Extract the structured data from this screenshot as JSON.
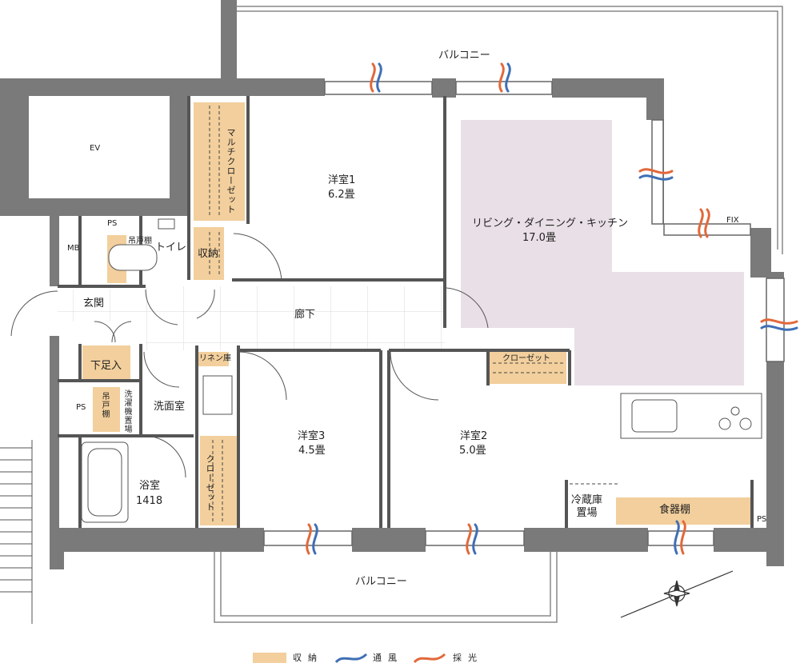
{
  "colors": {
    "wall": "#7a7a7a",
    "storage": "#f2cf9c",
    "ldk_floor": "#e9dfe6",
    "floor_grid": "#d8d8d8",
    "wind": "#3f6fb5",
    "light": "#e2683a"
  },
  "labels": {
    "balcony_top": "バルコニー",
    "balcony_bottom": "バルコニー",
    "ev": "EV",
    "mb": "MB",
    "ps_top": "PS",
    "ps_left": "PS",
    "ps_right": "PS",
    "fix": "FIX",
    "multi_closet": "マルチクローゼット",
    "storage": "収納",
    "hanging_shelf_toilet": "吊戸棚",
    "toilet": "トイレ",
    "entrance": "玄関",
    "shoe_box": "下足入",
    "hallway": "廊下",
    "linen": "リネン庫",
    "washroom": "洗面室",
    "hanging_shelf_wash": "吊戸棚",
    "washer_space": "洗濯機置場",
    "bath_name": "浴室",
    "bath_size": "1418",
    "room1_name": "洋室1",
    "room1_size": "6.2畳",
    "room2_name": "洋室2",
    "room2_size": "5.0畳",
    "room3_name": "洋室3",
    "room3_size": "4.5畳",
    "ldk_name": "リビング・ダイニング・キッチン",
    "ldk_size": "17.0畳",
    "closet_room2": "クローゼット",
    "closet_room3": "クローゼット",
    "fridge": "冷蔵庫\n置場",
    "cupboard": "食器棚"
  },
  "legend": {
    "storage": "収納",
    "wind": "通風",
    "light": "採光"
  },
  "icons": {
    "wind": "wind-flow-icon",
    "light": "daylight-icon",
    "compass": "compass-icon"
  }
}
